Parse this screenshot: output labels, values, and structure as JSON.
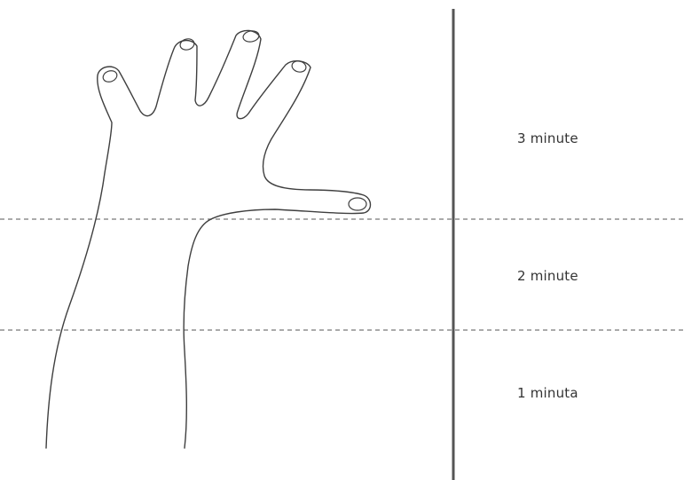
{
  "zones": [
    {
      "label": "3 minute"
    },
    {
      "label": "2 minute"
    },
    {
      "label": "1 minuta"
    }
  ],
  "colors": {
    "line": "#3f3f3f",
    "divider": "#555555",
    "dashed": "#777777",
    "text": "#333333"
  }
}
